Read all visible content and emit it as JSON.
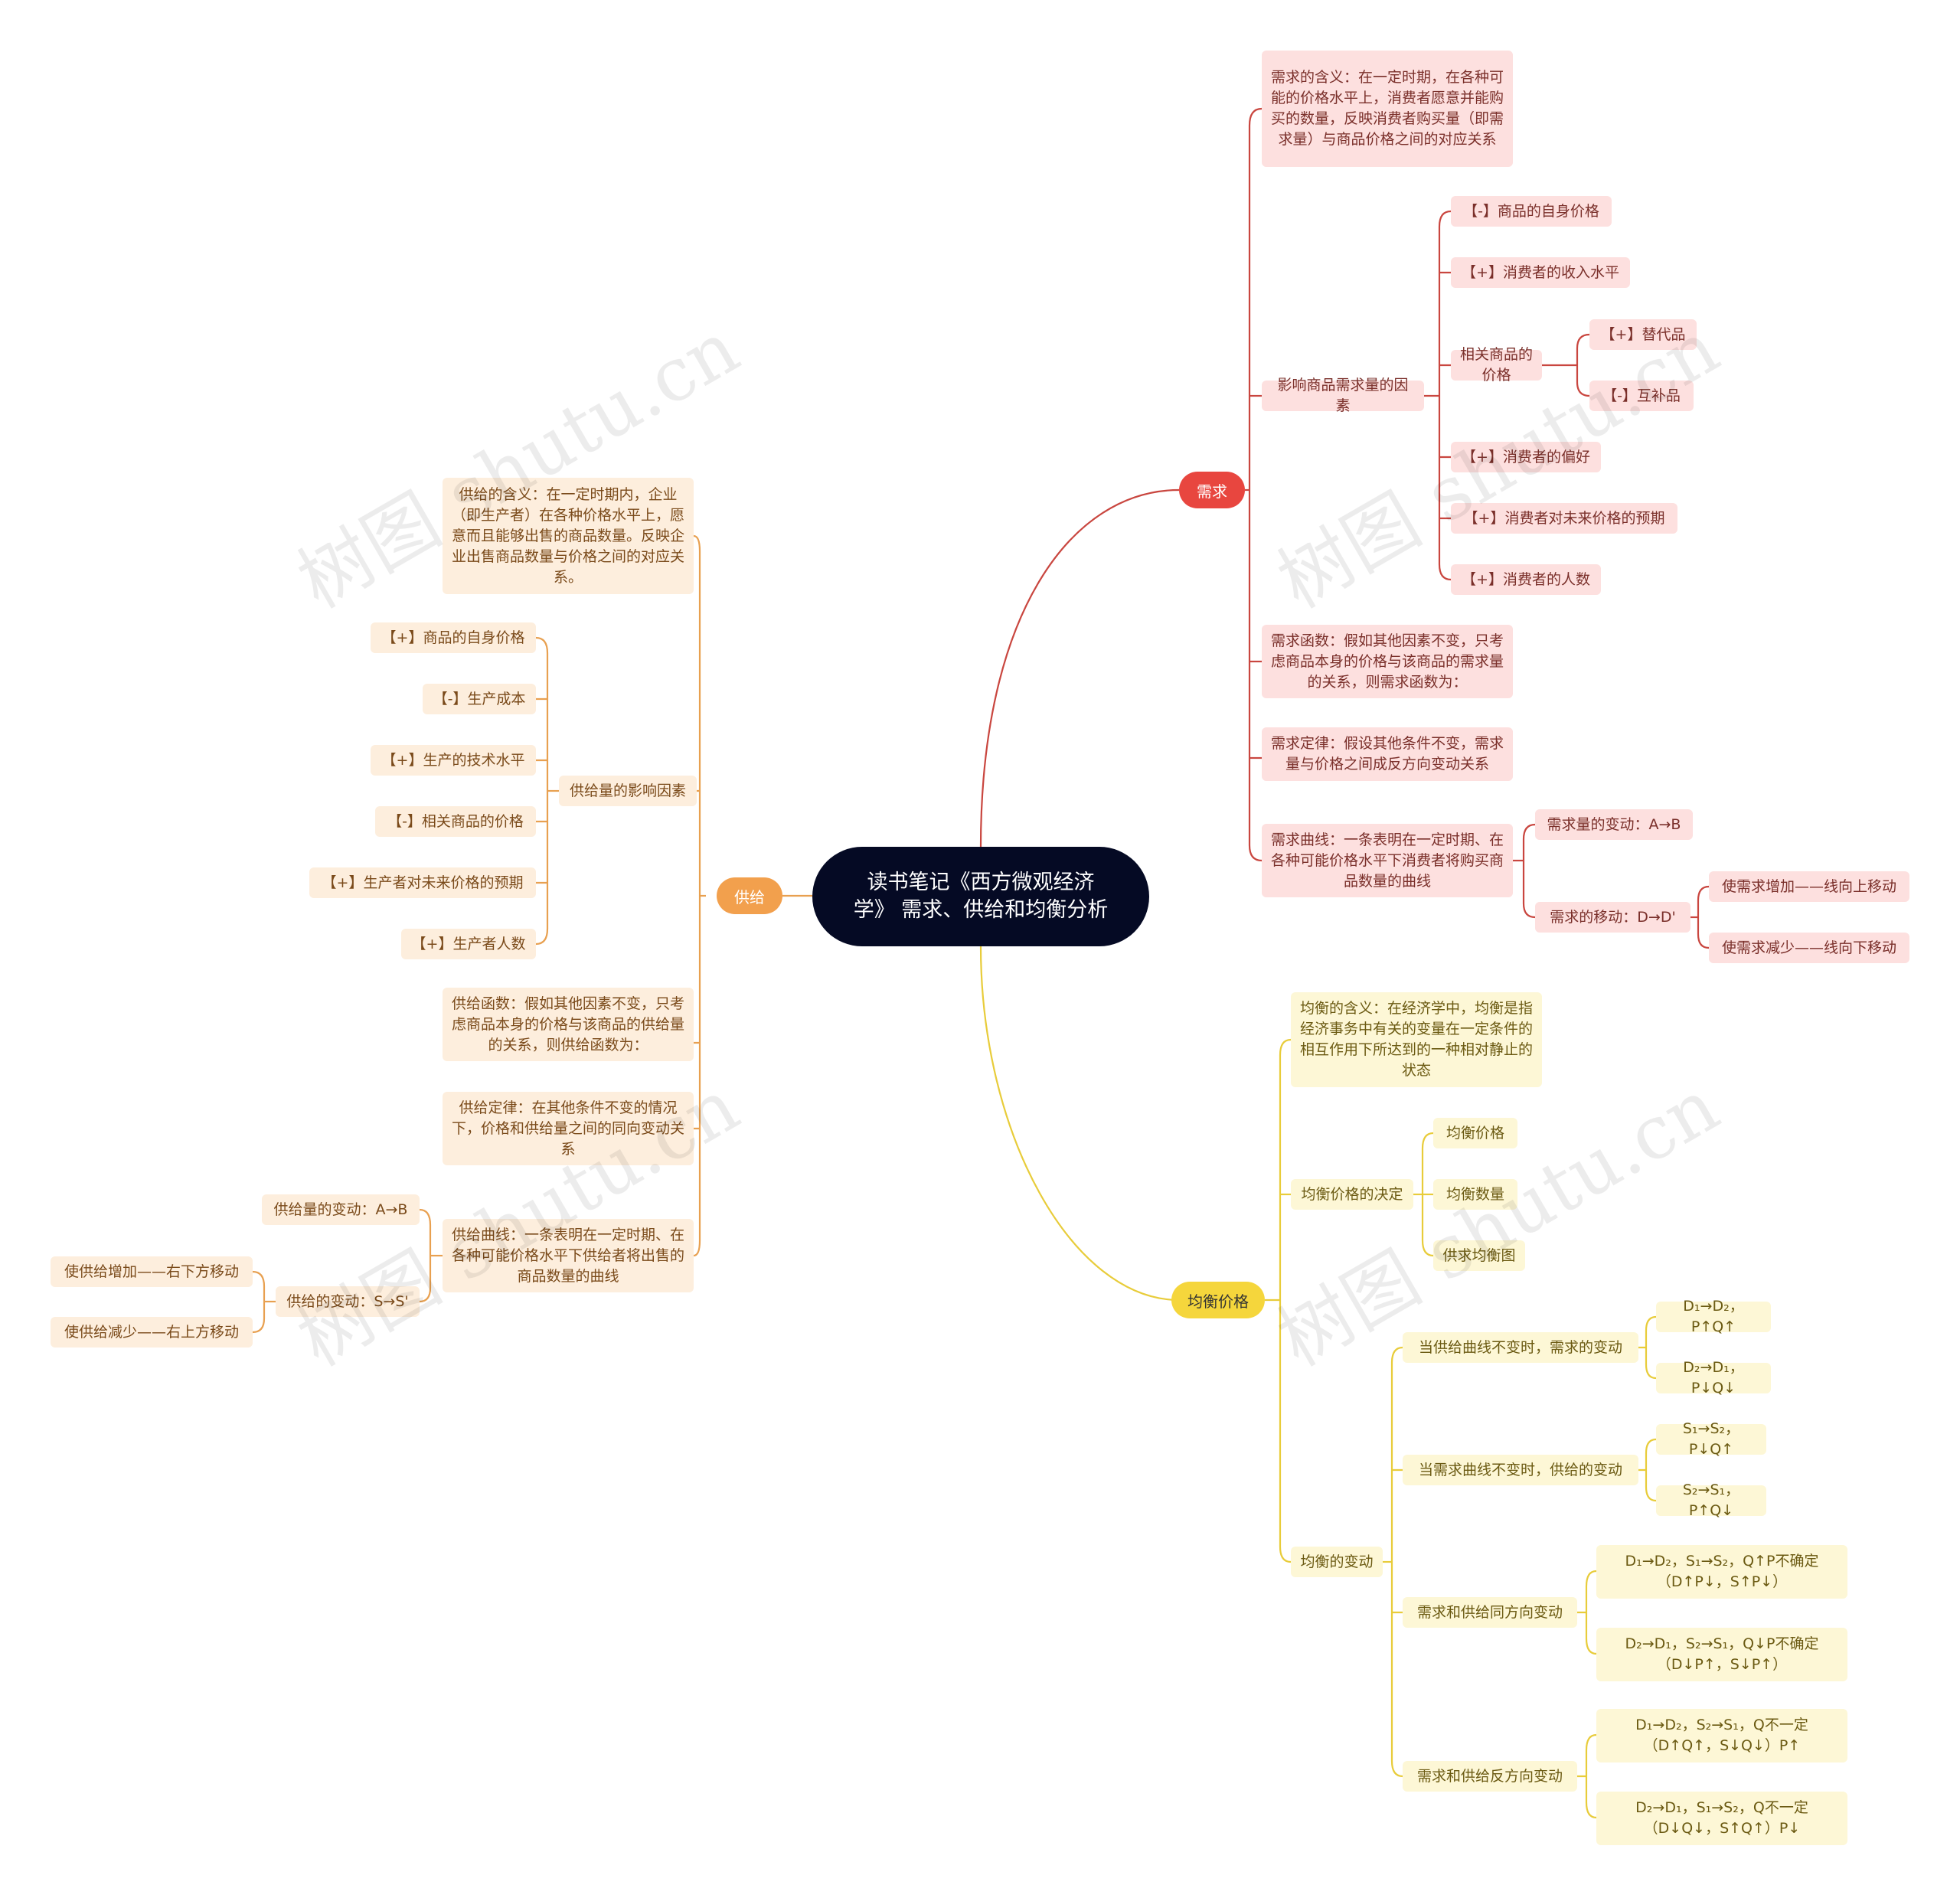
{
  "root": "读书笔记《西方微观经济学》 需求、供给和均衡分析",
  "colors": {
    "root": "#050a24",
    "demand": "#e8463f",
    "supply": "#f2a04d",
    "equilibrium": "#f5d63c",
    "demand_line": "#c9463f",
    "supply_line": "#e8a050",
    "equilibrium_line": "#e8cc3a"
  },
  "watermark": "树图 shutu.cn",
  "demand": {
    "label": "需求",
    "meaning": "需求的含义：在一定时期，在各种可能的价格水平上，消费者愿意并能购买的数量，反映消费者购买量（即需求量）与商品价格之间的对应关系",
    "factors": {
      "label": "影响商品需求量的因素",
      "own_price": "【-】商品的自身价格",
      "income": "【+】消费者的收入水平",
      "related": {
        "label": "相关商品的价格",
        "substitute": "【+】替代品",
        "complement": "【-】互补品"
      },
      "preference": "【+】消费者的偏好",
      "expectation": "【+】消费者对未来价格的预期",
      "population": "【+】消费者的人数"
    },
    "function": "需求函数：假如其他因素不变，只考虑商品本身的价格与该商品的需求量的关系，则需求函数为：",
    "law": "需求定律：假设其他条件不变，需求量与价格之间成反方向变动关系",
    "curve": {
      "label": "需求曲线：一条表明在一定时期、在各种可能价格水平下消费者将购买商品数量的曲线",
      "qty_change": "需求量的变动：A→B",
      "shift": {
        "label": "需求的移动：D→D'",
        "up": "使需求增加——线向上移动",
        "down": "使需求减少——线向下移动"
      }
    }
  },
  "supply": {
    "label": "供给",
    "meaning": "供给的含义：在一定时期内，企业（即生产者）在各种价格水平上，愿意而且能够出售的商品数量。反映企业出售商品数量与价格之间的对应关系。",
    "factors": {
      "label": "供给量的影响因素",
      "own_price": "【+】商品的自身价格",
      "cost": "【-】生产成本",
      "tech": "【+】生产的技术水平",
      "related": "【-】相关商品的价格",
      "expectation": "【+】生产者对未来价格的预期",
      "producers": "【+】生产者人数"
    },
    "function": "供给函数：假如其他因素不变，只考虑商品本身的价格与该商品的供给量的关系，则供给函数为：",
    "law": "供给定律：在其他条件不变的情况下，价格和供给量之间的同向变动关系",
    "curve": {
      "label": "供给曲线：一条表明在一定时期、在各种可能价格水平下供给者将出售的商品数量的曲线",
      "qty_change": "供给量的变动：A→B",
      "shift": {
        "label": "供给的变动：S→S'",
        "increase": "使供给增加——右下方移动",
        "decrease": "使供给减少——右上方移动"
      }
    }
  },
  "equilibrium": {
    "label": "均衡价格",
    "meaning": "均衡的含义：在经济学中，均衡是指经济事务中有关的变量在一定条件的相互作用下所达到的一种相对静止的状态",
    "determination": {
      "label": "均衡价格的决定",
      "price": "均衡价格",
      "quantity": "均衡数量",
      "chart": "供求均衡图"
    },
    "changes": {
      "label": "均衡的变动",
      "demand_only": {
        "label": "当供给曲线不变时，需求的变动",
        "a": "D₁→D₂，P↑Q↑",
        "b": "D₂→D₁，P↓Q↓"
      },
      "supply_only": {
        "label": "当需求曲线不变时，供给的变动",
        "a": "S₁→S₂，P↓Q↑",
        "b": "S₂→S₁，P↑Q↓"
      },
      "same_dir": {
        "label": "需求和供给同方向变动",
        "a": "D₁→D₂，S₁→S₂，Q↑P不确定（D↑P↓，S↑P↓）",
        "b": "D₂→D₁，S₂→S₁，Q↓P不确定（D↓P↑，S↓P↑）"
      },
      "opposite_dir": {
        "label": "需求和供给反方向变动",
        "a": "D₁→D₂，S₂→S₁，Q不一定（D↑Q↑，S↓Q↓）P↑",
        "b": "D₂→D₁，S₁→S₂，Q不一定（D↓Q↓，S↑Q↑）P↓"
      }
    }
  }
}
